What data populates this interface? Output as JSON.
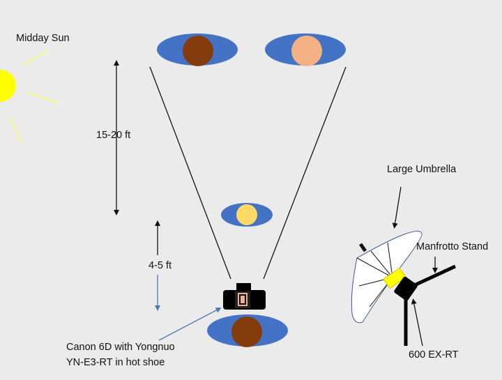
{
  "labels": {
    "sun": "Midday Sun",
    "far_distance": "15-20 ft",
    "near_distance": "4-5 ft",
    "umbrella": "Large Umbrella",
    "stand": "Manfrotto Stand",
    "flash": "600 EX-RT",
    "camera_line1": "Canon 6D with Yongnuo",
    "camera_line2": "YN-E3-RT in hot shoe"
  },
  "colors": {
    "background": "#ebebeb",
    "ellipse_blue": "#4472c4",
    "face_dark": "#843c0c",
    "face_light": "#f4b183",
    "face_yellow": "#ffd966",
    "sun_yellow": "#ffff00",
    "sun_ray": "#ffff66",
    "arrow_blue": "#4a7ab5"
  },
  "icons": {
    "sun": "sun-icon",
    "camera": "camera-icon",
    "umbrella": "umbrella-icon",
    "flash": "flash-icon",
    "stand": "light-stand-icon"
  }
}
